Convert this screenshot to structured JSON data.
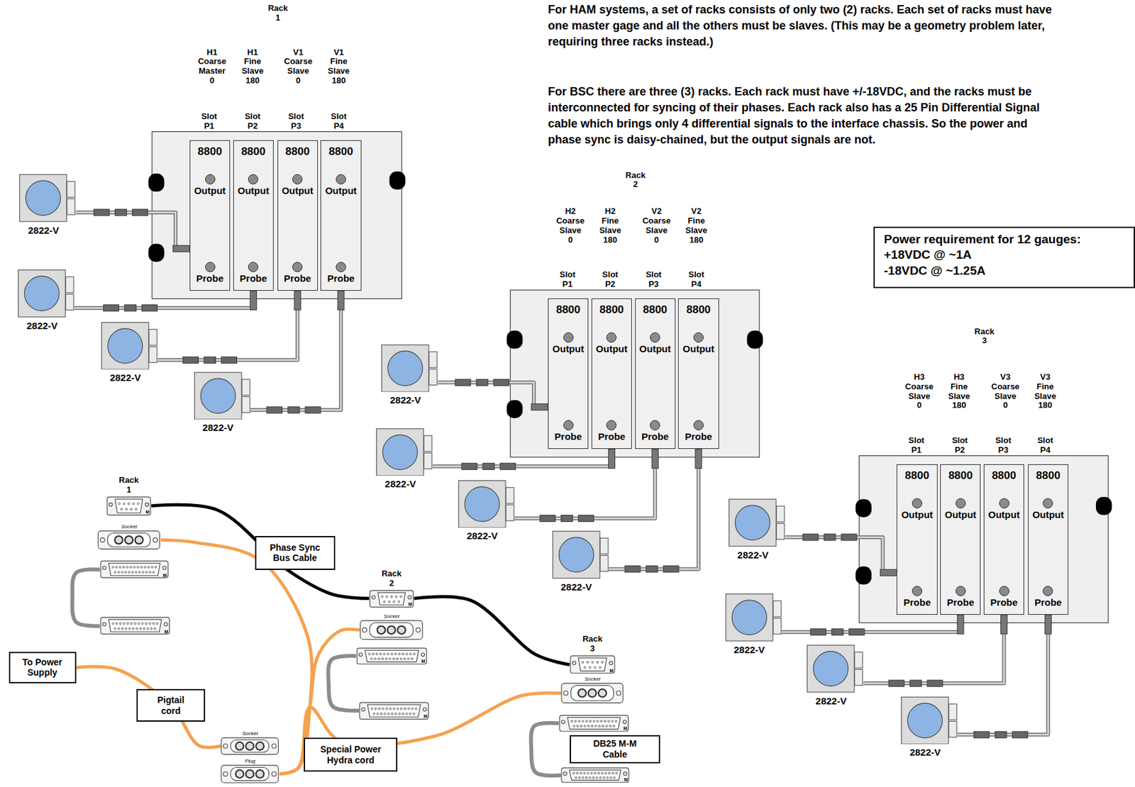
{
  "diagram": {
    "nodes": [
      {
        "text": [
          "8800",
          "Output",
          "Probe"
        ]
      },
      {
        "text": [
          "8800",
          "Output",
          "Probe"
        ]
      },
      {
        "text": [
          "8800",
          "Output",
          "Probe"
        ]
      },
      {
        "text": [
          "8800",
          "Output",
          "Probe"
        ]
      },
      {
        "text": [
          "2822-V"
        ]
      },
      {
        "text": [
          "2822-V"
        ]
      },
      {
        "text": [
          "2822-V"
        ]
      },
      {
        "text": [
          "2822-V"
        ]
      },
      {
        "text": [
          "Power requirement for 12 gauges:",
          "+18VDC @ ~1A",
          "-18VDC @ ~1.25A"
        ]
      },
      {
        "text": [
          "8800",
          "Output",
          "Probe"
        ]
      },
      {
        "text": [
          "8800",
          "Output",
          "Probe"
        ]
      },
      {
        "text": [
          "8800",
          "Output",
          "Probe"
        ]
      },
      {
        "text": [
          "8800",
          "Output",
          "Probe"
        ]
      },
      {
        "text": [
          "2822-V"
        ]
      },
      {
        "text": [
          "2822-V"
        ]
      },
      {
        "text": [
          "2822-V"
        ]
      },
      {
        "text": [
          "2822-V"
        ]
      },
      {
        "text": [
          "8800",
          "Output",
          "Probe"
        ]
      },
      {
        "text": [
          "8800",
          "Output",
          "Probe"
        ]
      },
      {
        "text": [
          "8800",
          "Output",
          "Probe"
        ]
      },
      {
        "text": [
          "8800",
          "Output",
          "Probe"
        ]
      },
      {
        "text": [
          "2822-V"
        ]
      },
      {
        "text": [
          "2822-V"
        ]
      },
      {
        "text": [
          "2822-V"
        ]
      },
      {
        "text": [
          "2822-V"
        ]
      },
      {
        "text": [
          "Rack 1",
          "M"
        ]
      },
      {
        "text": [
          "Socket"
        ]
      },
      {
        "text": [
          "M"
        ]
      },
      {
        "text": [
          "M"
        ]
      },
      {
        "text": [
          "Phase Sync Bus Cable"
        ]
      },
      {
        "text": [
          "Rack 2",
          "M"
        ]
      },
      {
        "text": [
          "Socket"
        ]
      },
      {
        "text": [
          "M"
        ]
      },
      {
        "text": [
          "M"
        ]
      },
      {
        "text": [
          "Rack 3",
          "M"
        ]
      },
      {
        "text": [
          "Socket"
        ]
      },
      {
        "text": [
          "M"
        ]
      },
      {
        "text": [
          "To Power Supply"
        ]
      },
      {
        "text": [
          "Pigtail cord"
        ]
      },
      {
        "text": [
          "M"
        ]
      },
      {
        "text": [
          "DB25 M-M Cable"
        ]
      },
      {
        "text": [
          "Socket"
        ]
      },
      {
        "text": [
          "Plug"
        ]
      },
      {
        "text": [
          "Special Power Hydra cord"
        ]
      }
    ],
    "edges": [
      {
        "from": 4,
        "to": 0,
        "arrow": "none"
      },
      {
        "from": 5,
        "to": 1,
        "arrow": "none"
      },
      {
        "from": 6,
        "to": 2,
        "arrow": "none"
      },
      {
        "from": 7,
        "to": 3,
        "arrow": "none"
      },
      {
        "from": 13,
        "to": 9,
        "arrow": "none"
      },
      {
        "from": 14,
        "to": 10,
        "arrow": "none"
      },
      {
        "from": 15,
        "to": 11,
        "arrow": "none"
      },
      {
        "from": 16,
        "to": 12,
        "arrow": "none"
      },
      {
        "from": 21,
        "to": 17,
        "arrow": "none"
      },
      {
        "from": 22,
        "to": 18,
        "arrow": "none"
      },
      {
        "from": 23,
        "to": 19,
        "arrow": "none"
      },
      {
        "from": 24,
        "to": 20,
        "arrow": "none"
      },
      {
        "from": 25,
        "to": 30,
        "arrow": "none"
      },
      {
        "from": 30,
        "to": 34,
        "arrow": "none"
      },
      {
        "from": 27,
        "to": 28,
        "arrow": "none"
      },
      {
        "from": 32,
        "to": 33,
        "arrow": "none"
      },
      {
        "from": 36,
        "to": 39,
        "arrow": "none"
      },
      {
        "from": 37,
        "to": 41,
        "arrow": "none"
      },
      {
        "from": 42,
        "to": 26,
        "arrow": "none"
      },
      {
        "from": 42,
        "to": 31,
        "arrow": "none"
      },
      {
        "from": 42,
        "to": 35,
        "arrow": "none"
      }
    ],
    "labels": [
      "Rack 1",
      "H1 Coarse Master 0",
      "H1 Fine Slave 180",
      "V1 Coarse Slave 0",
      "V1 Fine Slave 180",
      "Slot P1",
      "Slot P2",
      "Slot P3",
      "Slot P4",
      "For HAM systems, a set of racks consists of only two (2) racks. Each set of racks must have one master gage and all the others must be slaves. (This may be a geometry problem later, requiring three racks instead.)",
      "For BSC there are three (3) racks. Each rack must have +/-18VDC, and the racks must be interconnected for syncing of their phases. Each rack also has a 25 Pin Differential Signal cable which brings only 4 differential signals to the interface chassis. So the power and phase sync is daisy-chained, but the output signals are not.",
      "Rack 2",
      "H2 Coarse Slave 0",
      "H2 Fine Slave 180",
      "V2 Coarse Slave 0",
      "V2 Fine Slave 180",
      "Slot P1",
      "Slot P2",
      "Slot P3",
      "Slot P4",
      "Rack 3",
      "H3 Coarse Slave 0",
      "H3 Fine Slave 180",
      "V3 Coarse Slave 0",
      "V3 Fine Slave 180",
      "Slot P1",
      "Slot P2",
      "Slot P3",
      "Slot P4"
    ]
  }
}
